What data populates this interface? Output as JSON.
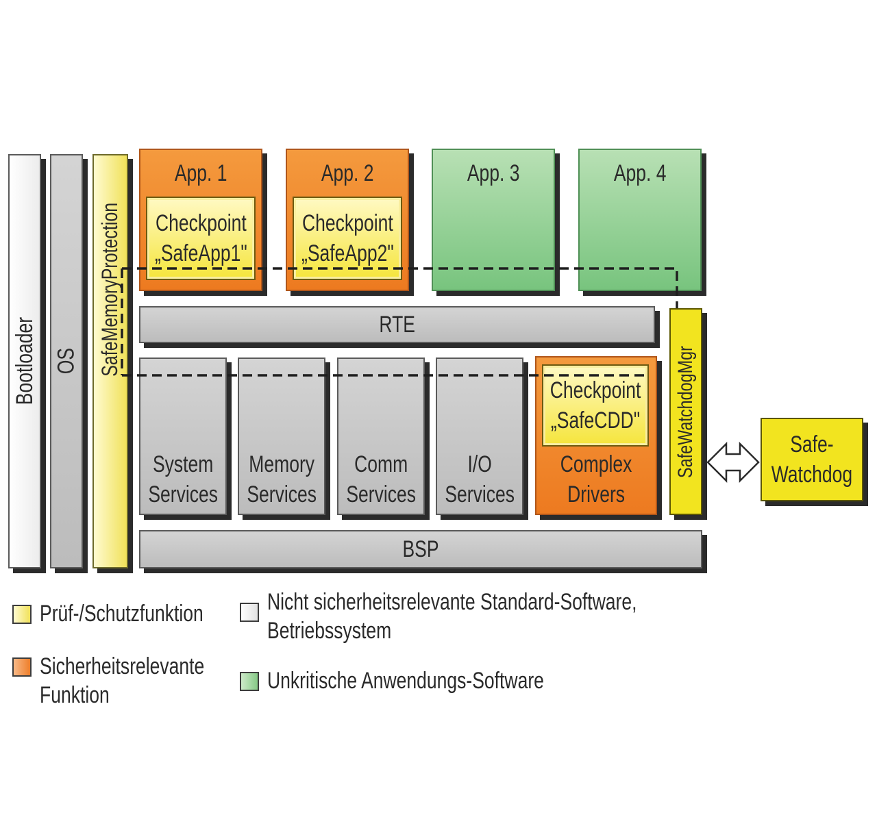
{
  "layers": {
    "bootloader": "Bootloader",
    "os": "OS",
    "safe_memory_protection": "SafeMemoryProtection",
    "rte": "RTE",
    "bsp": "BSP",
    "safe_watchdog_mgr": "SafeWatchdogMgr",
    "safe_watchdog": "Safe-\nWatchdog"
  },
  "apps": [
    {
      "title": "App. 1",
      "checkpoint": "Checkpoint\n„SafeApp1\"",
      "category": "safety_relevant"
    },
    {
      "title": "App. 2",
      "checkpoint": "Checkpoint\n„SafeApp2\"",
      "category": "safety_relevant"
    },
    {
      "title": "App. 3",
      "checkpoint": "",
      "category": "uncritical"
    },
    {
      "title": "App. 4",
      "checkpoint": "",
      "category": "uncritical"
    }
  ],
  "services": [
    {
      "label": "System\nServices"
    },
    {
      "label": "Memory\nServices"
    },
    {
      "label": "Comm\nServices"
    },
    {
      "label": "I/O\nServices"
    }
  ],
  "complex_drivers": {
    "label": "Complex\nDrivers",
    "checkpoint": "Checkpoint\n„SafeCDD\""
  },
  "legend": [
    {
      "label": "Prüf-/Schutzfunktion",
      "color": "#f5e76a"
    },
    {
      "label": "Sicherheitsrelevante\nFunktion",
      "color": "#f08a35"
    },
    {
      "label": "Nicht sicherheitsrelevante Standard-Software,\nBetriebssystem",
      "color": "#f4f4f4"
    },
    {
      "label": "Unkritische Anwendungs-Software",
      "color": "#9fd39c"
    }
  ],
  "colors": {
    "safety_relevant": "#f08a35",
    "check_function": "#f2e41f",
    "standard_software": "#c8c8c8",
    "uncritical": "#9fd39c"
  }
}
